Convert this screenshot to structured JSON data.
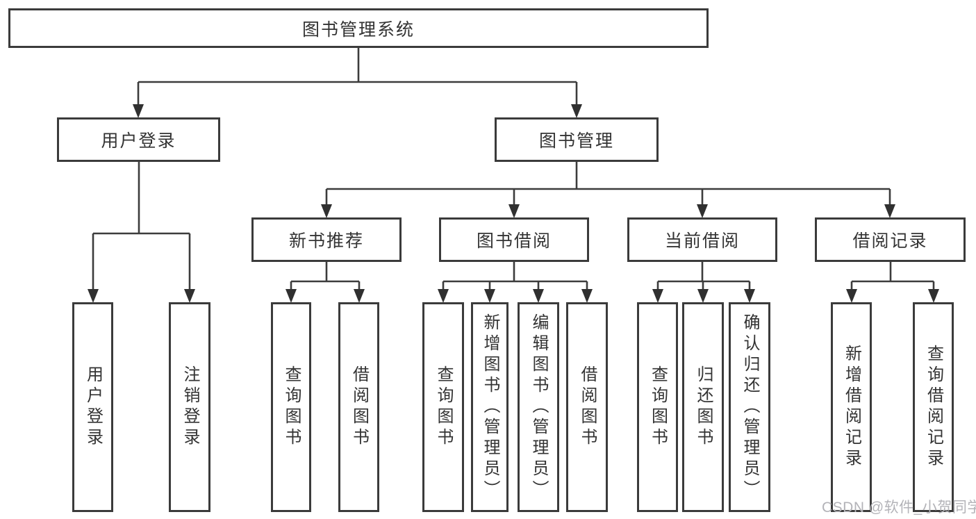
{
  "nodes": {
    "root": "图书管理系统",
    "userLogin": "用户登录",
    "bookMgmt": "图书管理",
    "newRec": "新书推荐",
    "bookBorrow": "图书借阅",
    "curBorrow": "当前借阅",
    "borrowRec": "借阅记录",
    "u1": "用户登录",
    "u2": "注销登录",
    "n1": "查询图书",
    "n2": "借阅图书",
    "b1": "查询图书",
    "b2": "新增图书（管理员）",
    "b3": "编辑图书（管理员）",
    "b4": "借阅图书",
    "c1": "查询图书",
    "c2": "归还图书",
    "c3": "确认归还（管理员）",
    "r1": "新增借阅记录",
    "r2": "查询借阅记录"
  },
  "hierarchy": {
    "图书管理系统": {
      "用户登录": [
        "用户登录",
        "注销登录"
      ],
      "图书管理": {
        "新书推荐": [
          "查询图书",
          "借阅图书"
        ],
        "图书借阅": [
          "查询图书",
          "新增图书（管理员）",
          "编辑图书（管理员）",
          "借阅图书"
        ],
        "当前借阅": [
          "查询图书",
          "归还图书",
          "确认归还（管理员）"
        ],
        "借阅记录": [
          "新增借阅记录",
          "查询借阅记录"
        ]
      }
    }
  },
  "watermark": "CSDN @软件_小贺同学",
  "colors": {
    "line": "#3c3c3c",
    "arrow": "#303030",
    "border": "#3b3b3b",
    "text": "#333333",
    "watermark": "#b3b3b8",
    "background": "#ffffff"
  }
}
